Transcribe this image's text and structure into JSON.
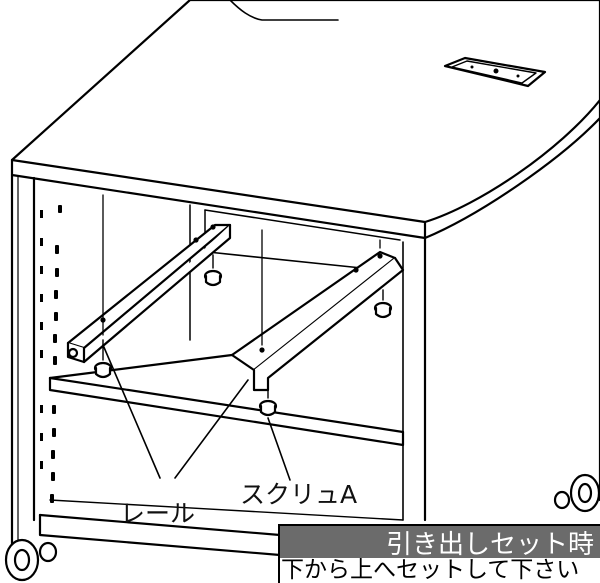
{
  "labels": {
    "rail": "レール",
    "screw": "スクリュA"
  },
  "banner": {
    "title": "引き出しセット時",
    "subtitle": "下から上へセットして下さい"
  },
  "colors": {
    "line": "#000000",
    "banner_bg": "#6b6b6b",
    "banner_text": "#ffffff"
  }
}
